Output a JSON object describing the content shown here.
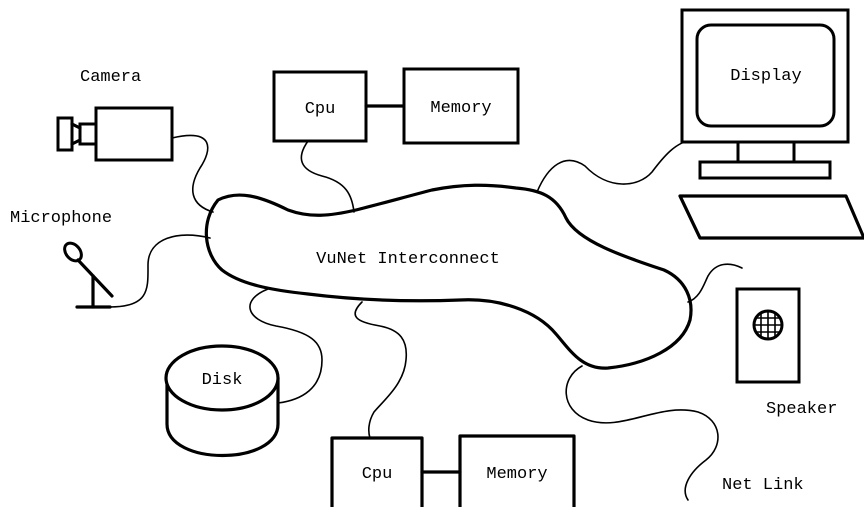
{
  "diagram": {
    "interconnect_label": "VuNet Interconnect",
    "camera_label": "Camera",
    "microphone_label": "Microphone",
    "disk_label": "Disk",
    "display_label": "Display",
    "speaker_label": "Speaker",
    "net_link_label": "Net Link",
    "top_node": {
      "cpu_label": "Cpu",
      "memory_label": "Memory"
    },
    "bottom_node": {
      "cpu_label": "Cpu",
      "memory_label": "Memory"
    }
  }
}
